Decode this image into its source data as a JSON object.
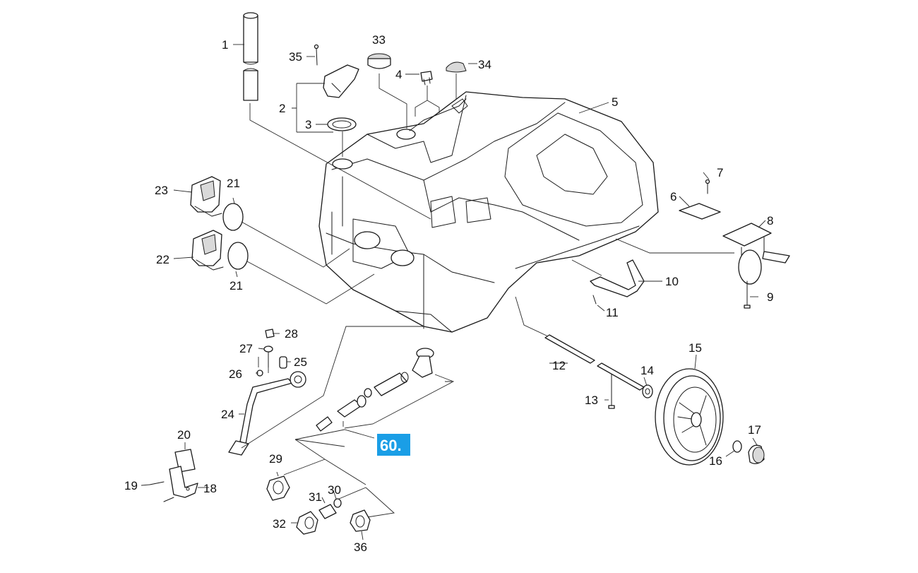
{
  "labels": {
    "p1": "1",
    "p2": "2",
    "p3": "3",
    "p4": "4",
    "p5": "5",
    "p6": "6",
    "p7": "7",
    "p8": "8",
    "p9": "9",
    "p10": "10",
    "p11": "11",
    "p12": "12",
    "p13": "13",
    "p14": "14",
    "p15": "15",
    "p16": "16",
    "p17": "17",
    "p18": "18",
    "p19": "19",
    "p20": "20",
    "p21a": "21",
    "p21b": "21",
    "p22": "22",
    "p23": "23",
    "p24": "24",
    "p25": "25",
    "p26": "26",
    "p27": "27",
    "p28": "28",
    "p29": "29",
    "p30": "30",
    "p31": "31",
    "p32": "32",
    "p33": "33",
    "p34": "34",
    "p35": "35",
    "p36": "36"
  },
  "highlight": {
    "label": "60.",
    "color": "#1a9ee6"
  }
}
